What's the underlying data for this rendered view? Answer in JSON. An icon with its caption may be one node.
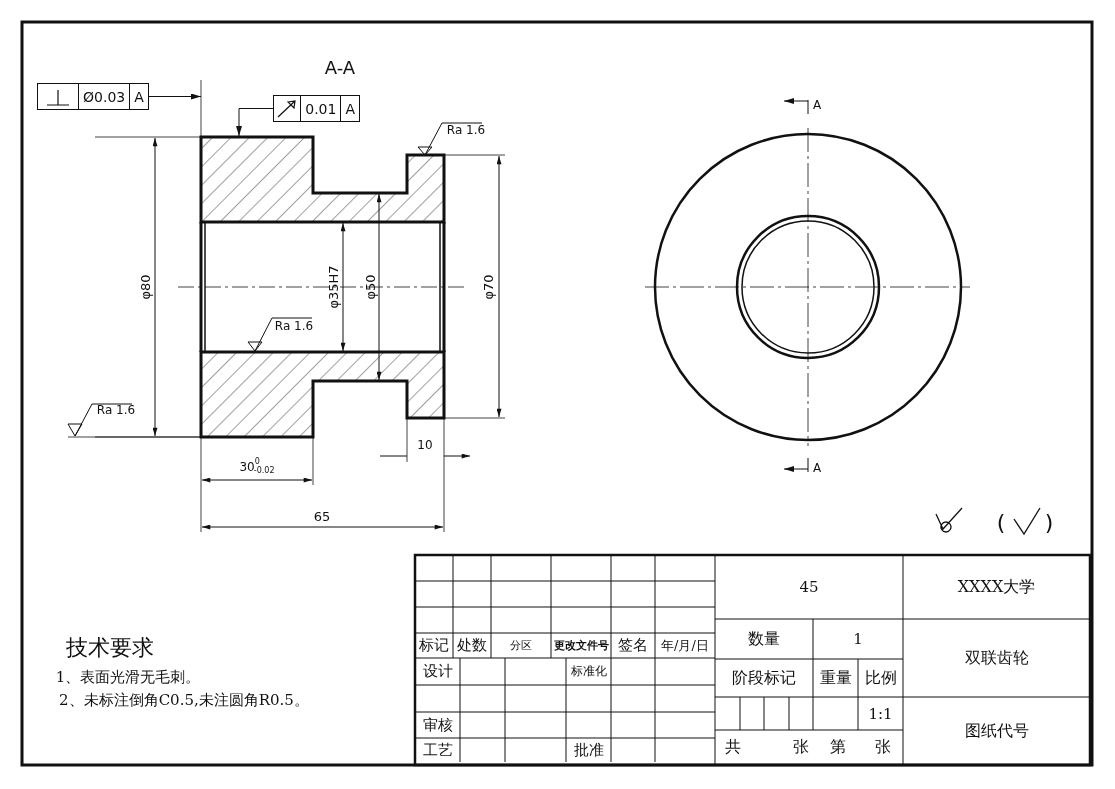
{
  "diagram": {
    "nodes": [
      {
        "text": [
          "Ø0.03",
          "A"
        ]
      },
      {
        "text": [
          "0.01",
          "A"
        ]
      }
    ],
    "edges": [
      {
        "from": 0,
        "to": null,
        "arrow": "to"
      },
      {
        "from": 1,
        "to": null,
        "arrow": "to"
      }
    ],
    "labels": [
      "A-A",
      "Ra 1.6",
      "A",
      "φ80",
      "φ35H7",
      "φ50",
      "φ70",
      "Ra 1.6",
      "Ra 1.6",
      "10",
      "30$^{0}$$_{-0.02}$",
      "65",
      "A",
      "(",
      ")",
      "技术要求",
      "1、表面光滑无毛刺。",
      "2、未标注倒角C0.5,未注圆角R0.5。",
      "45",
      "XXXX大学",
      "标记",
      "处数",
      "分区",
      "更改文件号",
      "签名",
      "年/月/日",
      "数量",
      "1",
      "双联齿轮",
      "设计",
      "标准化",
      "阶段标记",
      "重量",
      "比例",
      "审核",
      "1:1",
      "图纸代号",
      "工艺",
      "批准",
      "共",
      "张",
      "第",
      "张"
    ]
  }
}
